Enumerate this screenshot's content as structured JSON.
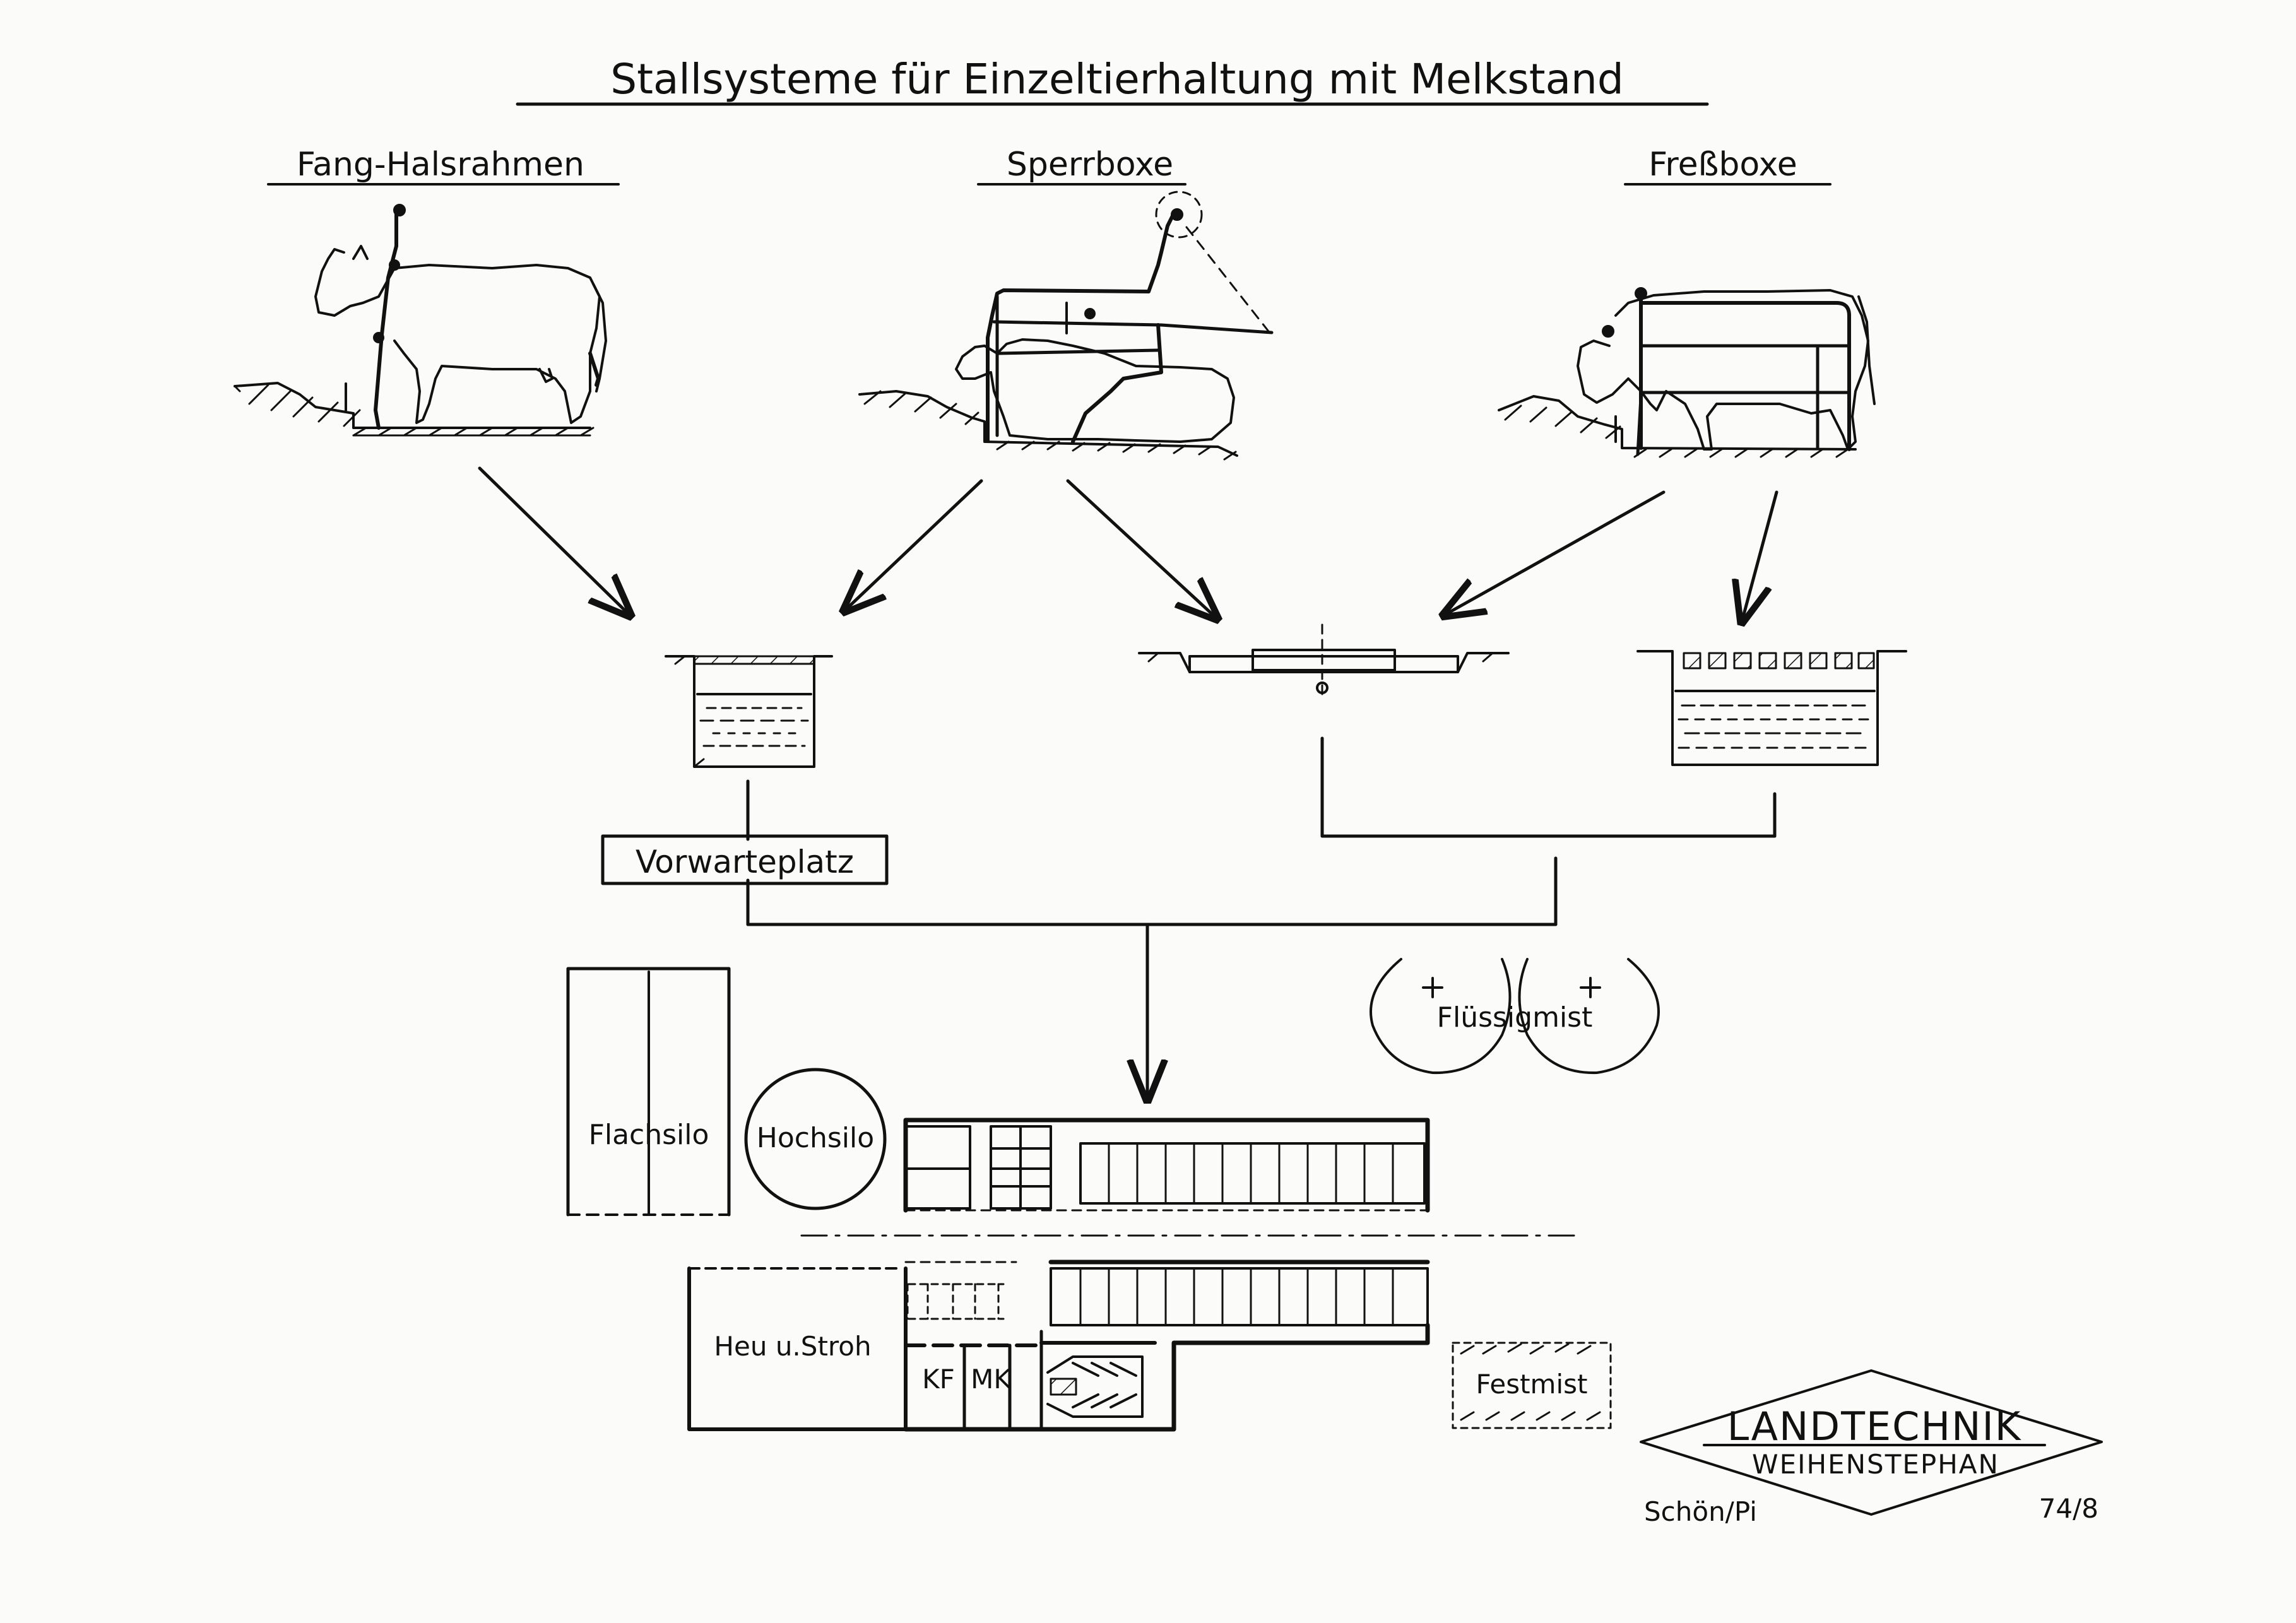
{
  "title": "Stallsysteme für Einzeltierhaltung mit Melkstand",
  "systems": [
    {
      "id": "fang",
      "label": "Fang-Halsrahmen"
    },
    {
      "id": "sperr",
      "label": "Sperrboxe"
    },
    {
      "id": "fress",
      "label": "Freßboxe"
    }
  ],
  "labels": {
    "vorwarteplatz": "Vorwarteplatz",
    "fluessigmist": "Flüssigmist",
    "flachsilo": "Flachsilo",
    "hochsilo": "Hochsilo",
    "heu_stroh": "Heu u.Stroh",
    "kf": "KF",
    "mk": "MK",
    "festmist": "Festmist"
  },
  "logo": {
    "line1": "LANDTECHNIK",
    "line2": "WEIHENSTEPHAN"
  },
  "footer": {
    "author": "Schön/Pi",
    "number": "74/8"
  }
}
